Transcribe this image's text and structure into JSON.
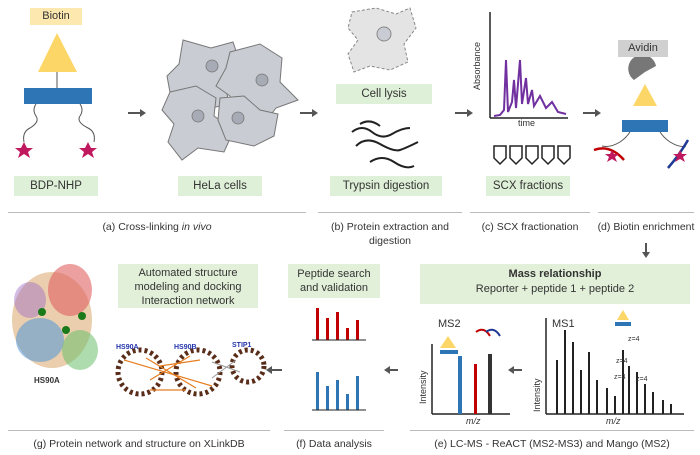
{
  "row1": {
    "biotin_label": "Biotin",
    "bdp_label": "BDP-NHP",
    "hela_label": "HeLa cells",
    "cell_lysis_label": "Cell lysis",
    "trypsin_label": "Trypsin digestion",
    "absorbance_label": "Absorbance",
    "time_label": "time",
    "scx_label": "SCX fractions",
    "avidin_label": "Avidin"
  },
  "captions": {
    "a_prefix": "(a) Cross-linking ",
    "a_em": "in vivo",
    "b": "(b) Protein extraction and digestion",
    "c": "(c) SCX fractionation",
    "d": "(d) Biotin enrichment",
    "e": "(e) LC-MS - ReACT (MS2-MS3) and Mango (MS2)",
    "f": "(f) Data analysis",
    "g": "(g) Protein network and structure on XLinkDB"
  },
  "row2": {
    "automated_label": "Automated structure modeling and docking Interaction network",
    "peptide_search_label": "Peptide search and validation",
    "mass_title": "Mass relationship",
    "mass_sub": "Reporter + peptide 1 + peptide 2",
    "ms2_label": "MS2",
    "ms1_label": "MS1",
    "intensity_label": "Intensity",
    "mz_label": "m/z",
    "z4_label": "z=4",
    "hs90a_label": "HS90A",
    "net_hs90a": "HS90A",
    "net_hs90b": "HS90B",
    "net_stip1": "STIP1"
  },
  "colors": {
    "green_box": "#e2f0d9",
    "yellow": "#fcd667",
    "blue": "#2e75b6",
    "red": "#c00000",
    "purple": "#7030a0",
    "magenta": "#c0185e"
  }
}
